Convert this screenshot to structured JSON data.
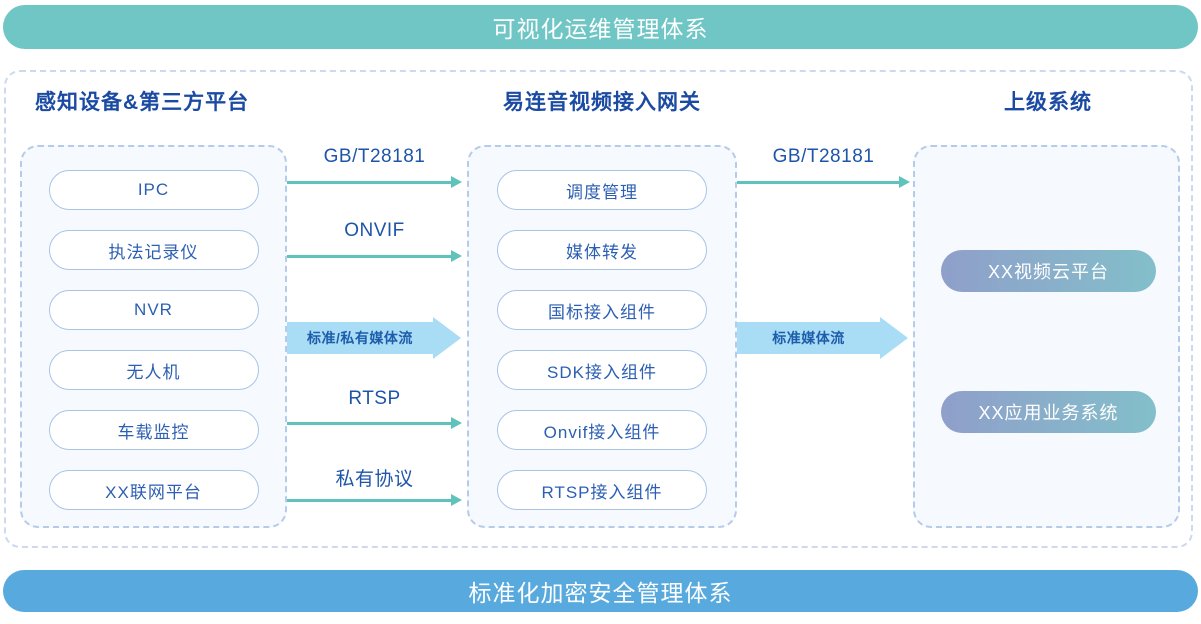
{
  "banners": {
    "top": "可视化运维管理体系",
    "bottom": "标准化加密安全管理体系"
  },
  "columns": [
    {
      "id": "devices",
      "title": "感知设备&第三方平台",
      "items": [
        "IPC",
        "执法记录仪",
        "NVR",
        "无人机",
        "车载监控",
        "XX联网平台"
      ]
    },
    {
      "id": "gateway",
      "title": "易连音视频接入网关",
      "items": [
        "调度管理",
        "媒体转发",
        "国标接入组件",
        "SDK接入组件",
        "Onvif接入组件",
        "RTSP接入组件"
      ]
    },
    {
      "id": "upper_systems",
      "title": "上级系统",
      "items": [
        "XX视频云平台",
        "XX应用业务系统"
      ]
    }
  ],
  "flows": {
    "left_to_mid": [
      {
        "label": "GB/T28181",
        "style": "line"
      },
      {
        "label": "ONVIF",
        "style": "line"
      },
      {
        "label": "标准/私有媒体流",
        "style": "block"
      },
      {
        "label": "RTSP",
        "style": "line"
      },
      {
        "label": "私有协议",
        "style": "line"
      }
    ],
    "mid_to_right": [
      {
        "label": "GB/T28181",
        "style": "line"
      },
      {
        "label": "标准媒体流",
        "style": "block"
      }
    ]
  },
  "colors": {
    "top_banner": "#6FC6C5",
    "bottom_banner": "#58AADE",
    "heading_text": "#1B4AA2",
    "node_text": "#2C5FB3",
    "node_border": "#AAC4E6",
    "panel_border": "#B5CBE9",
    "outer_border": "#CCD9EF",
    "flow_line": "#5FC3BC",
    "block_arrow_fill": "#A9DCF5",
    "gradient_pill_start": "#8F9FCA",
    "gradient_pill_end": "#83BFCA"
  }
}
